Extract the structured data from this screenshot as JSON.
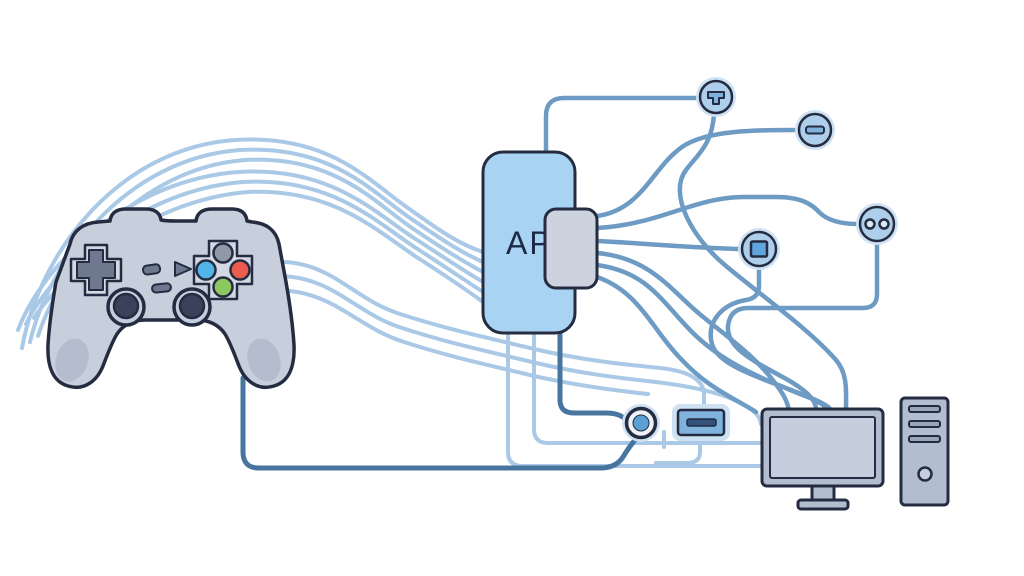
{
  "diagram": {
    "api_label": "API",
    "colors": {
      "bg": "#ffffff",
      "wire_light": "#a9c9e6",
      "wire_mid": "#6d9bc4",
      "wire_dark": "#47759f",
      "outline": "#252c41",
      "api_fill": "#a8d3f2",
      "api_text": "#1d2a45",
      "connector_fill": "#ccd3de",
      "node_halo": "#cfe2f4",
      "node_fill": "#aecfeb",
      "glyph_blue": "#7fb3dd",
      "square_glyph": "#5ea6dc",
      "controller_fill": "#c7cfdd",
      "plate_fill": "#d3d8e2",
      "part_dark": "#6e7990",
      "grip_shade": "rgba(96,108,136,0.18)",
      "stick_dark": "#3a415a",
      "btn_gray": "#9199a8",
      "btn_blue": "#52b5e9",
      "btn_red": "#ec5a50",
      "btn_green": "#8cc75f",
      "metal_fill": "#b3bdd0",
      "screen_fill": "#c6cedd",
      "slot_fill": "#9aa5ba",
      "ring_fill": "#eef1f5",
      "ring_dot": "#5b9fd5",
      "usb_bar": "#34517a",
      "dot_fill": "#dbe8f5"
    },
    "nodes": [
      {
        "id": "game-controller",
        "type": "gamepad"
      },
      {
        "id": "api-box",
        "label": "API"
      },
      {
        "id": "api-connector",
        "type": "plug"
      },
      {
        "id": "port-t",
        "glyph": "t-shape"
      },
      {
        "id": "port-minus",
        "glyph": "minus-bar"
      },
      {
        "id": "port-dual-pin",
        "glyph": "two-dots"
      },
      {
        "id": "port-square",
        "glyph": "square"
      },
      {
        "id": "port-ring",
        "glyph": "ring"
      },
      {
        "id": "port-usb",
        "glyph": "usb-slot"
      },
      {
        "id": "desktop-monitor",
        "type": "monitor"
      },
      {
        "id": "computer-tower",
        "type": "tower"
      }
    ]
  }
}
